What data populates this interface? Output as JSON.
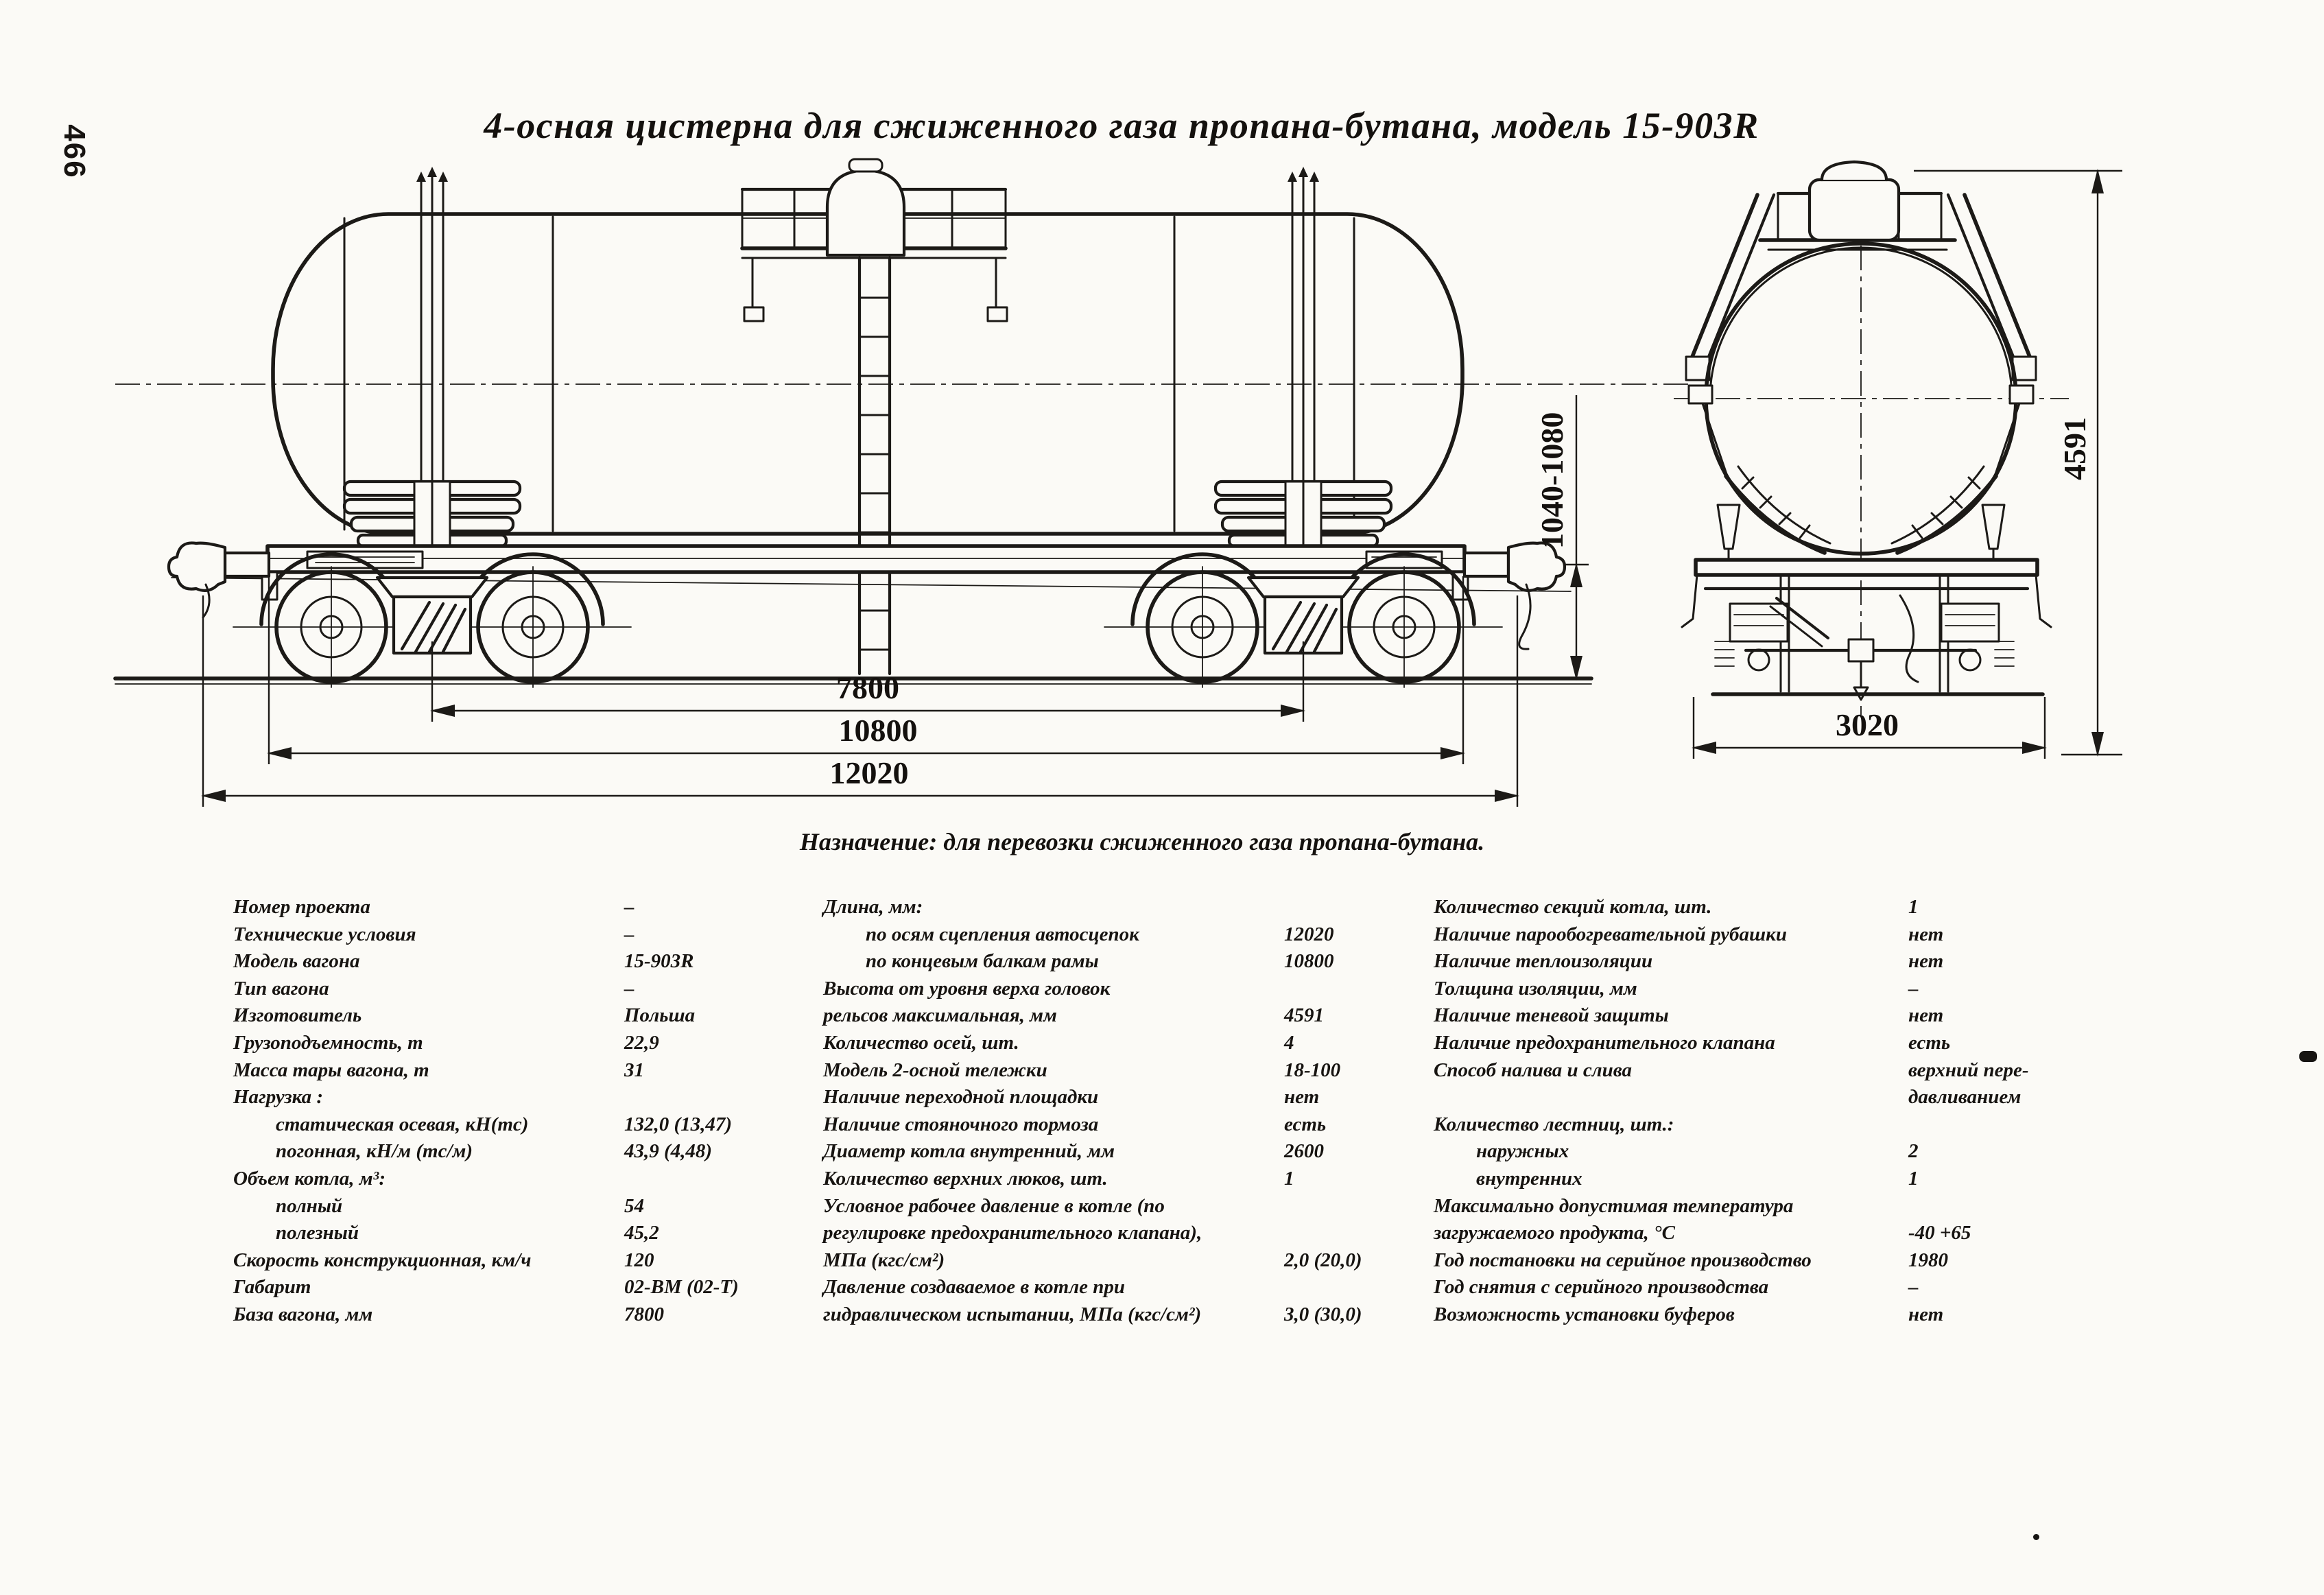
{
  "page_number": "466",
  "title": "4-осная цистерна для сжиженного газа пропана-бутана, модель 15-903R",
  "purpose": "Назначение: для перевозки сжиженного газа пропана-бутана.",
  "drawing": {
    "dims": {
      "bogie_base": "7800",
      "frame_length": "10800",
      "overall_length": "12020",
      "coupler_height": "1040-1080",
      "overall_height": "4591",
      "overall_width": "3020"
    }
  },
  "specs": {
    "col1": [
      {
        "label": "Номер проекта",
        "value": "–"
      },
      {
        "label": "Технические условия",
        "value": "–"
      },
      {
        "label": "Модель вагона",
        "value": "15-903R"
      },
      {
        "label": "Тип вагона",
        "value": "–"
      },
      {
        "label": "Изготовитель",
        "value": "Польша"
      },
      {
        "label": "Грузоподъемность, т",
        "value": "22,9"
      },
      {
        "label": "Масса тары вагона, т",
        "value": "31"
      },
      {
        "label": "Нагрузка :",
        "value": ""
      },
      {
        "label": "статическая осевая, кН(тс)",
        "value": "132,0 (13,47)",
        "indent": true
      },
      {
        "label": "погонная, кН/м (тс/м)",
        "value": "43,9 (4,48)",
        "indent": true
      },
      {
        "label": "Объем котла, м³:",
        "value": ""
      },
      {
        "label": "полный",
        "value": "54",
        "indent": true
      },
      {
        "label": "полезный",
        "value": "45,2",
        "indent": true
      },
      {
        "label": "Скорость конструкционная, км/ч",
        "value": "120"
      },
      {
        "label": "Габарит",
        "value": "02-ВМ (02-Т)"
      },
      {
        "label": "База вагона, мм",
        "value": "7800"
      }
    ],
    "col2": [
      {
        "label": "Длина, мм:",
        "value": ""
      },
      {
        "label": "по осям сцепления автосцепок",
        "value": "12020",
        "indent": true
      },
      {
        "label": "по концевым балкам рамы",
        "value": "10800",
        "indent": true
      },
      {
        "label": "Высота от уровня верха головок",
        "value": ""
      },
      {
        "label": "рельсов максимальная, мм",
        "value": "4591"
      },
      {
        "label": "Количество осей, шт.",
        "value": "4"
      },
      {
        "label": "Модель 2-осной тележки",
        "value": "18-100"
      },
      {
        "label": "Наличие переходной площадки",
        "value": "нет"
      },
      {
        "label": "Наличие стояночного тормоза",
        "value": "есть"
      },
      {
        "label": "Диаметр котла внутренний, мм",
        "value": "2600"
      },
      {
        "label": "Количество верхних люков, шт.",
        "value": "1"
      },
      {
        "label": "Условное рабочее давление в котле (по",
        "value": ""
      },
      {
        "label": "регулировке предохранительного клапана),",
        "value": ""
      },
      {
        "label": "МПа (кгс/см²)",
        "value": "2,0 (20,0)"
      },
      {
        "label": "Давление создаваемое в котле при",
        "value": ""
      },
      {
        "label": "гидравлическом испытании, МПа (кгс/см²)",
        "value": "3,0 (30,0)"
      }
    ],
    "col3": [
      {
        "label": "Количество секций котла, шт.",
        "value": "1"
      },
      {
        "label": "Наличие парообогревательной рубашки",
        "value": "нет"
      },
      {
        "label": "Наличие теплоизоляции",
        "value": "нет"
      },
      {
        "label": "Толщина изоляции, мм",
        "value": "–"
      },
      {
        "label": "Наличие теневой защиты",
        "value": "нет"
      },
      {
        "label": "Наличие предохранительного клапана",
        "value": "есть"
      },
      {
        "label": "Способ налива и слива",
        "value": "верхний пере-"
      },
      {
        "label": "",
        "value": "давливанием"
      },
      {
        "label": "Количество лестниц, шт.:",
        "value": ""
      },
      {
        "label": "наружных",
        "value": "2",
        "indent": true
      },
      {
        "label": "внутренних",
        "value": "1",
        "indent": true
      },
      {
        "label": "Максимально допустимая температура",
        "value": ""
      },
      {
        "label": "загружаемого продукта, °С",
        "value": "-40 +65"
      },
      {
        "label": "Год постановки на серийное производство",
        "value": "1980"
      },
      {
        "label": "Год снятия с серийного производства",
        "value": "–"
      },
      {
        "label": "Возможность установки буферов",
        "value": "нет"
      }
    ]
  }
}
